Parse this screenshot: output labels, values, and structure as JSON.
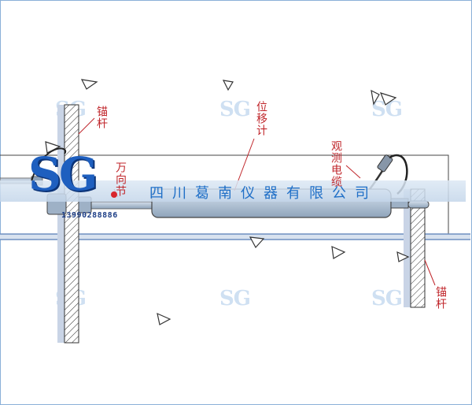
{
  "labels": {
    "anchor_top": "锚杆",
    "displacement_meter": "位移计",
    "universal_joint": "万向节",
    "cable": "观测电缆",
    "anchor_bottom": "锚杆"
  },
  "watermark": {
    "text": "SG"
  },
  "logo": {
    "text": "SG",
    "phone": "13990288886",
    "company": "四川葛南仪器有限公司"
  },
  "colors": {
    "label": "#c0262b",
    "logo": "#1e5fbf",
    "banner_text": "#1f6fc7",
    "watermark": "#cfe0f2"
  }
}
